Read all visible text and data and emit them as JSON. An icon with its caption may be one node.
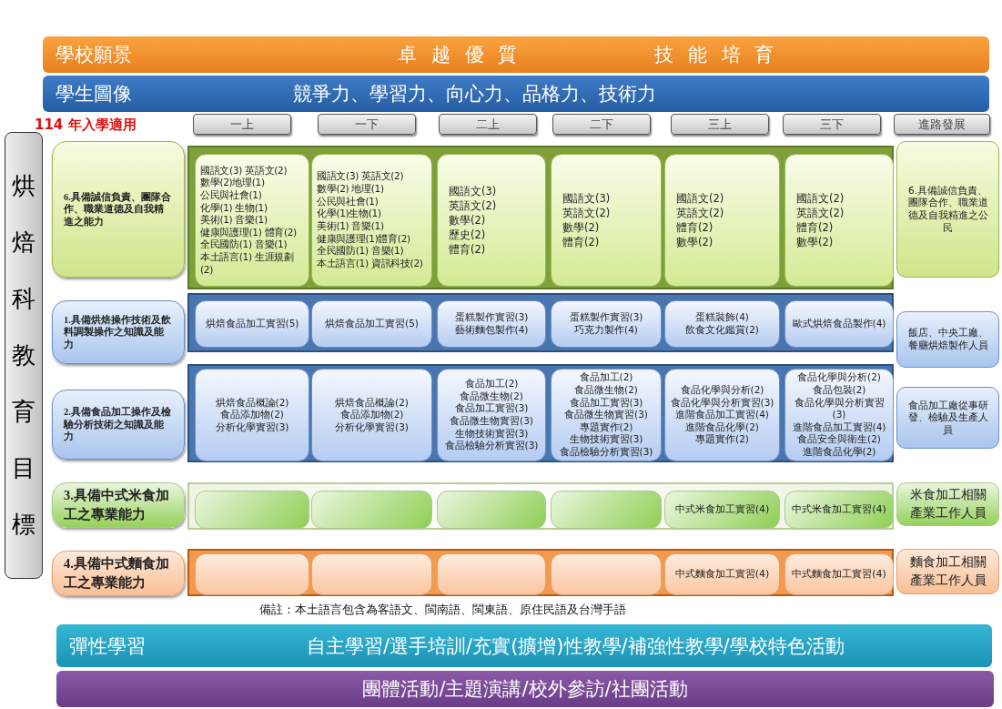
{
  "diagram": {
    "nodes": [
      {
        "text": [
          "學校願景",
          "卓越優質",
          "技能培育"
        ]
      },
      {
        "text": [
          "學生圖像",
          "競爭力、學習力、向心力、品格力、技術力"
        ]
      },
      {
        "text": [
          "烘焙科教育目標"
        ]
      },
      {
        "text": [
          "一上"
        ]
      },
      {
        "text": [
          "一下"
        ]
      },
      {
        "text": [
          "二上"
        ]
      },
      {
        "text": [
          "二下"
        ]
      },
      {
        "text": [
          "三上"
        ]
      },
      {
        "text": [
          "三下"
        ]
      },
      {
        "text": [
          "進路發展"
        ]
      },
      {
        "text": [
          "6.具備誠信負責、團隊合作、職業道德及自我精進之能力"
        ]
      },
      {
        "text": [],
        "shape": "box"
      },
      {
        "text": [
          "國語文(3) 英語文(2)",
          "數學(2)地理(1)",
          "公民與社會(1)",
          "化學(1) 生物(1)",
          "美術(1) 音樂(1)",
          "健康與護理(1) 體育(2)",
          "全民國防(1) 音樂(1)",
          "本土語言(1) 生涯規劃(2)"
        ],
        "in": 11
      },
      {
        "text": [
          "國語文(3) 英語文(2)",
          "數學(2) 地理(1)",
          "公民與社會(1)",
          "化學(1)生物(1)",
          "美術(1) 音樂(1)",
          "健康與護理(1)體育(2)",
          "全民國防(1) 音樂(1)",
          "本土語言(1) 資訊科技(2)"
        ],
        "in": 11
      },
      {
        "text": [
          "國語文(3)",
          "英語文(2)",
          "數學(2)",
          "歷史(2)",
          "體育(2)"
        ],
        "in": 11
      },
      {
        "text": [
          "國語文(3)",
          "英語文(2)",
          "數學(2)",
          "體育(2)"
        ],
        "in": 11
      },
      {
        "text": [
          "國語文(2)",
          "英語文(2)",
          "體育(2)",
          "數學(2)"
        ],
        "in": 11
      },
      {
        "text": [
          "國語文(2)",
          "英語文(2)",
          "體育(2)",
          "數學(2)"
        ],
        "in": 11
      },
      {
        "text": [
          "6.具備誠信負責、團隊合作、職業道德及自我精進之公民"
        ]
      },
      {
        "text": [
          "1.具備烘焙操作技術及飲料調製操作之知識及能力"
        ]
      },
      {
        "text": [],
        "shape": "box"
      },
      {
        "text": [
          "烘焙食品加工實習(5)"
        ],
        "in": 20
      },
      {
        "text": [
          "烘焙食品加工實習(5)"
        ],
        "in": 20
      },
      {
        "text": [
          "蛋糕製作實習(3)",
          "藝術麵包製作(4)"
        ],
        "in": 20
      },
      {
        "text": [
          "蛋糕製作實習(3)",
          "巧克力製作(4)"
        ],
        "in": 20
      },
      {
        "text": [
          "蛋糕裝飾(4)",
          "飲食文化鑑賞(2)"
        ],
        "in": 20
      },
      {
        "text": [
          "歐式烘焙食品製作(4)"
        ],
        "in": 20
      },
      {
        "text": [
          "飯店、中央工廠、餐廳烘焙製作人員"
        ]
      },
      {
        "text": [
          "2.具備食品加工操作及檢驗分析技術之知識及能力"
        ]
      },
      {
        "text": [],
        "shape": "box"
      },
      {
        "text": [
          "烘焙食品概論(2)",
          "食品添加物(2)",
          "分析化學實習(3)"
        ],
        "in": 29
      },
      {
        "text": [
          "烘焙食品概論(2)",
          "食品添加物(2)",
          "分析化學實習(3)"
        ],
        "in": 29
      },
      {
        "text": [
          "食品加工(2)",
          "食品微生物(2)",
          "食品加工實習(3)",
          "食品微生物實習(3)",
          "生物技術實習(3)",
          "食品檢驗分析實習(3)"
        ],
        "in": 29
      },
      {
        "text": [
          "食品加工(2)",
          "食品微生物(2)",
          "食品加工實習(3)",
          "食品微生物實習(3)",
          "專題實作(2)",
          "生物技術實習(3)",
          "食品檢驗分析實習(3)"
        ],
        "in": 29
      },
      {
        "text": [
          "食品化學與分析(2)",
          "食品化學與分析實習(3)",
          "進階食品加工實習(4)",
          "進階食品化學(2)",
          "專題實作(2)"
        ],
        "in": 29
      },
      {
        "text": [
          "食品化學與分析(2)",
          "食品包裝(2)",
          "食品化學與分析實習(3)",
          "進階食品加工實習(4)",
          "食品安全與衛生(2)",
          "進階食品化學(2)"
        ],
        "in": 29
      },
      {
        "text": [
          "食品加工廠從事研發、檢驗及生產人員"
        ]
      },
      {
        "text": [
          "3.具備中式米食加工之專業能力"
        ]
      },
      {
        "text": [],
        "shape": "box"
      },
      {
        "text": [],
        "shape": "box",
        "in": 38
      },
      {
        "text": [],
        "shape": "box",
        "in": 38
      },
      {
        "text": [],
        "shape": "box",
        "in": 38
      },
      {
        "text": [],
        "shape": "box",
        "in": 38
      },
      {
        "text": [
          "中式米食加工實習(4)"
        ],
        "in": 38
      },
      {
        "text": [
          "中式米食加工實習(4)"
        ],
        "in": 38
      },
      {
        "text": [
          "米食加工相關產業工作人員"
        ]
      },
      {
        "text": [
          "4.具備中式麵食加工之專業能力"
        ]
      },
      {
        "text": [],
        "shape": "box"
      },
      {
        "text": [],
        "shape": "box",
        "in": 47
      },
      {
        "text": [],
        "shape": "box",
        "in": 47
      },
      {
        "text": [],
        "shape": "box",
        "in": 47
      },
      {
        "text": [],
        "shape": "box",
        "in": 47
      },
      {
        "text": [
          "中式麵食加工實習(4)"
        ],
        "in": 47
      },
      {
        "text": [
          "中式麵食加工實習(4)"
        ],
        "in": 47
      },
      {
        "text": [
          "麵食加工相關產業工作人員"
        ]
      },
      {
        "text": [
          "彈性學習",
          "自主學習/選手培訓/充實(擴增)性教學/補強性教學/學校特色活動"
        ]
      },
      {
        "text": [
          "團體活動/主題演講/校外參訪/社團活動"
        ]
      }
    ],
    "labels": [
      "114 年入學適用",
      "備註：本土語言包含為客語文、閩南語、閩東語、原住民語及台灣手語"
    ]
  }
}
